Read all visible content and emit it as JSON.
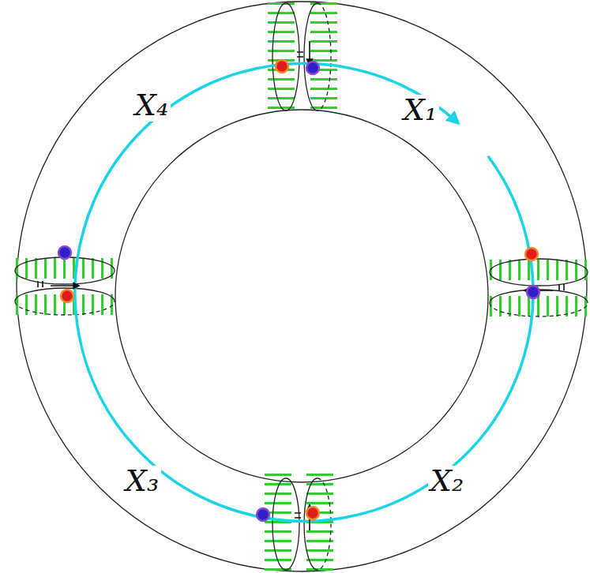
{
  "diagram": {
    "labels": [
      "X₄",
      "X₁",
      "X₃",
      "X₂"
    ]
  }
}
